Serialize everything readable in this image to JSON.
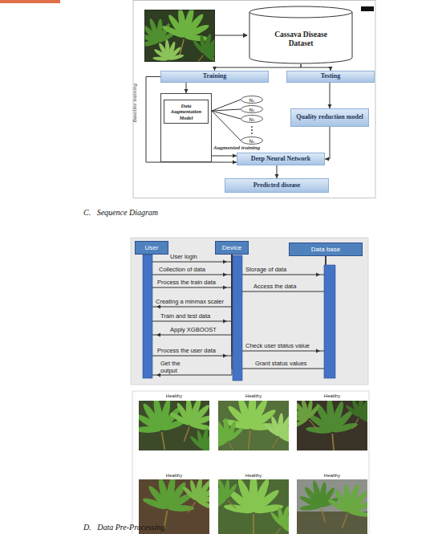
{
  "diagram": {
    "nodes": [
      {
        "text": [
          "Cassava Disease Dataset"
        ]
      },
      {
        "text": [
          "Training"
        ]
      },
      {
        "text": [
          "Testing"
        ]
      },
      {
        "text": [
          "Data Augmentation Model"
        ]
      },
      {
        "text": [
          "N₁"
        ]
      },
      {
        "text": [
          "N₂"
        ]
      },
      {
        "text": [
          "N₃"
        ]
      },
      {
        "text": [
          "Nₙ"
        ]
      },
      {
        "text": [
          "Quality reduction model"
        ]
      },
      {
        "text": [
          "Deep Neural Network"
        ]
      },
      {
        "text": [
          "Predicted disease"
        ]
      },
      {
        "text": [
          "User"
        ]
      },
      {
        "text": [
          "Device"
        ]
      },
      {
        "text": [
          "Data base"
        ]
      }
    ],
    "edges": [
      {
        "from": 0,
        "to": 1,
        "arrow": "to"
      },
      {
        "from": 0,
        "to": 2,
        "arrow": "to"
      },
      {
        "from": 1,
        "to": 3,
        "arrow": "to"
      },
      {
        "from": 3,
        "to": 4,
        "arrow": "none"
      },
      {
        "from": 3,
        "to": 5,
        "arrow": "none"
      },
      {
        "from": 3,
        "to": 6,
        "arrow": "none"
      },
      {
        "from": 3,
        "to": 7,
        "arrow": "none"
      },
      {
        "from": 1,
        "to": 9,
        "label": "Baseline training",
        "arrow": "to"
      },
      {
        "from": 3,
        "to": 9,
        "label": "Augmented training",
        "arrow": "to"
      },
      {
        "from": 2,
        "to": 8,
        "arrow": "to"
      },
      {
        "from": 8,
        "to": 9,
        "arrow": "to"
      },
      {
        "from": 9,
        "to": 10,
        "arrow": "to"
      },
      {
        "from": 11,
        "to": 12,
        "label": "User login",
        "arrow": "to"
      },
      {
        "from": 11,
        "to": 12,
        "label": "Collection of data",
        "arrow": "to"
      },
      {
        "from": 12,
        "to": 13,
        "label": "Storage of data",
        "arrow": "to"
      },
      {
        "from": 11,
        "to": 12,
        "label": "Process the train data",
        "arrow": "to"
      },
      {
        "from": 13,
        "to": 12,
        "label": "Access the data",
        "arrow": "to"
      },
      {
        "from": 12,
        "to": 11,
        "label": "Creating a minmax scaler",
        "arrow": "to"
      },
      {
        "from": 11,
        "to": 12,
        "label": "Train and test data",
        "arrow": "to"
      },
      {
        "from": 12,
        "to": 11,
        "label": "Apply XGBOOST",
        "arrow": "to"
      },
      {
        "from": 12,
        "to": 13,
        "label": "Check user  status value",
        "arrow": "to"
      },
      {
        "from": 11,
        "to": 12,
        "label": "Process the user data",
        "arrow": "to"
      },
      {
        "from": 13,
        "to": 12,
        "label": "Grant status values",
        "arrow": "to"
      },
      {
        "from": 12,
        "to": 11,
        "label": "Get the output",
        "arrow": "to"
      }
    ],
    "labels": [
      "C.   Sequence Diagram",
      "Healthy",
      "Healthy",
      "Healthy",
      "Healthy",
      "Healthy",
      "Healthy",
      "D.   Data Pre-Processing"
    ]
  }
}
